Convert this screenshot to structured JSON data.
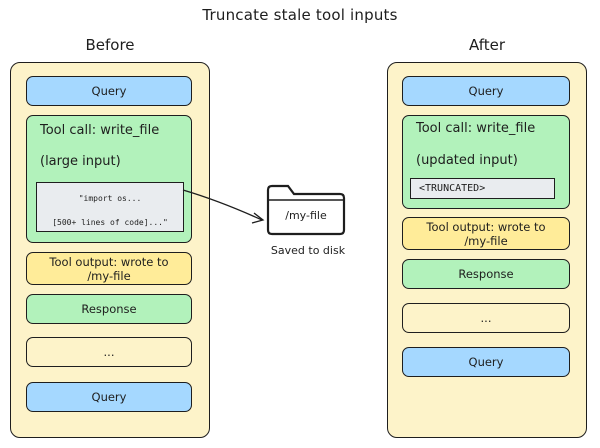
{
  "title": "Truncate stale tool inputs",
  "before": {
    "heading": "Before",
    "query_top": "Query",
    "tool_call_label": "Tool call: write_file",
    "input_label": "(large input)",
    "code_line1": "\"import os...",
    "code_line2": "[500+ lines of code]...\"",
    "tool_output": "Tool output: wrote to /my-file",
    "response": "Response",
    "ellipsis": "...",
    "query_bottom": "Query"
  },
  "disk": {
    "file_label": "/my-file",
    "caption": "Saved to disk"
  },
  "after": {
    "heading": "After",
    "query_top": "Query",
    "tool_call_label": "Tool call: write_file",
    "input_label": "(updated input)",
    "truncated": "<TRUNCATED>",
    "tool_output": "Tool output: wrote to /my-file",
    "response": "Response",
    "ellipsis": "...",
    "query_bottom": "Query"
  },
  "colors": {
    "query": "#a5d8ff",
    "tool_call": "#b2f2bb",
    "tool_output": "#ffec99",
    "panel": "#fdf3c9",
    "code": "#e9ecef"
  }
}
